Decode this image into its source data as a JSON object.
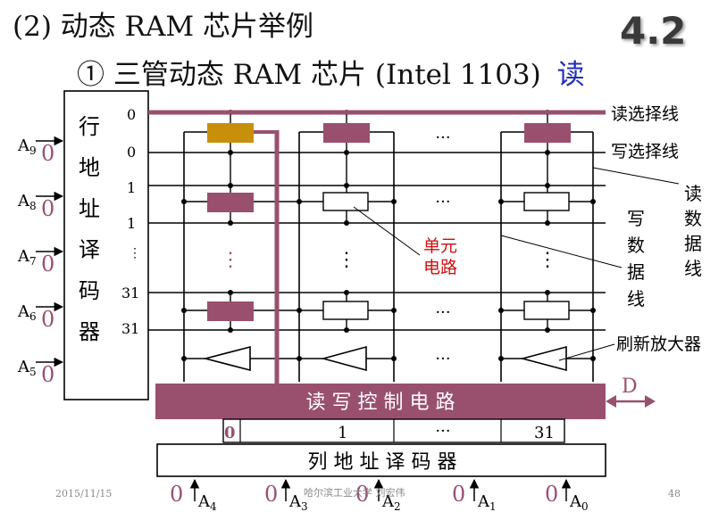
{
  "slide": {
    "title": "(2)  动态 RAM 芯片举例",
    "subtitle": "① 三管动态 RAM 芯片 (Intel 1103)",
    "subtitle_accent": "读",
    "section": "4.2",
    "date": "2015/11/15",
    "author": "哈尔滨工业大学  刘宏伟",
    "page": "48"
  },
  "colors": {
    "accent": "#99506e",
    "cell_selected": "#c8900a",
    "accent_text": "#2030b8",
    "input_zero": "#9b4f74",
    "annotation_red": "#cc1010",
    "arrow_d": "#99506e"
  },
  "row_decoder": {
    "label": "行地址译码器",
    "chars": [
      "行",
      "地",
      "址",
      "译",
      "码",
      "器"
    ]
  },
  "row_inputs": [
    {
      "name": "A",
      "sub": "9",
      "value": "0"
    },
    {
      "name": "A",
      "sub": "8",
      "value": "0"
    },
    {
      "name": "A",
      "sub": "7",
      "value": "0"
    },
    {
      "name": "A",
      "sub": "6",
      "value": "0"
    },
    {
      "name": "A",
      "sub": "5",
      "value": "0"
    }
  ],
  "row_numbers": [
    "0",
    "0",
    "1",
    "1",
    "⋮",
    "31",
    "31"
  ],
  "labels": {
    "read_select": "读选择线",
    "write_select": "写选择线",
    "read_data_chars": [
      "读",
      "数",
      "据",
      "线"
    ],
    "write_data_chars": [
      "写",
      "数",
      "据",
      "线"
    ],
    "cell_circuit_line1": "单元",
    "cell_circuit_line2": "电路",
    "refresh_amp": "刷新放大器",
    "rw_control": "读 写 控 制 电 路",
    "data_port": "D",
    "col_decoder": "列 地 址 译 码 器",
    "ellipsis_h": "···",
    "ellipsis_v": "⋮"
  },
  "col_numbers": [
    "0",
    "1",
    "···",
    "31"
  ],
  "col_inputs": [
    {
      "name": "A",
      "sub": "4",
      "value": "0"
    },
    {
      "name": "A",
      "sub": "3",
      "value": "0"
    },
    {
      "name": "A",
      "sub": "2",
      "value": "0"
    },
    {
      "name": "A",
      "sub": "1",
      "value": "0"
    },
    {
      "name": "A",
      "sub": "0",
      "value": "0"
    }
  ]
}
